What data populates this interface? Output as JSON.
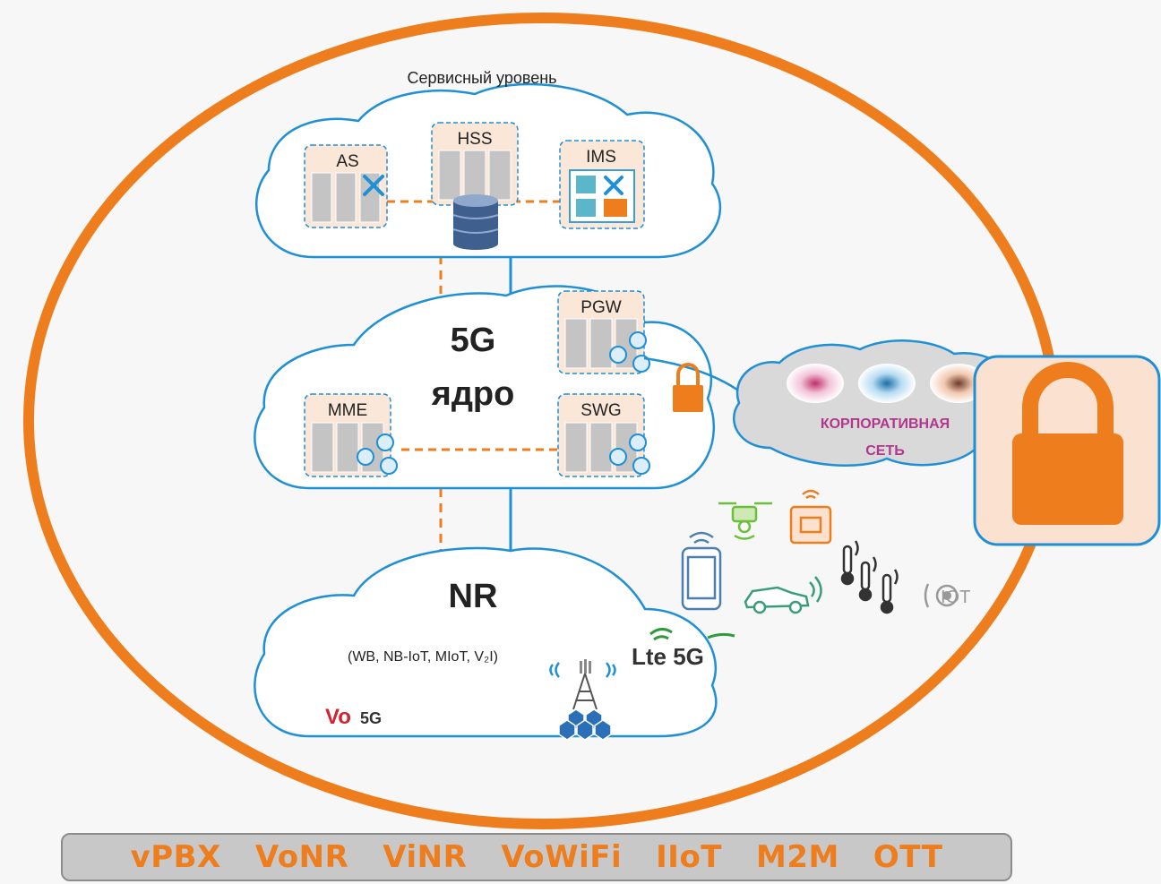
{
  "service_level": "Сервисный уровень",
  "nodes": {
    "as": "AS",
    "hss": "HSS",
    "ims": "IMS",
    "pgw": "PGW",
    "mme": "MME",
    "swg": "SWG"
  },
  "core": {
    "line1": "5G",
    "line2": "ядро"
  },
  "radio": {
    "title": "NR",
    "subtitle": "(WB, NB-IoT, MIoT, V₂I)",
    "lte": "Lte 5G",
    "vo_red": "Vo",
    "vo_dark": "5G"
  },
  "corporate": {
    "line1": "КОРПОРАТИВНАЯ",
    "line2": "СЕТЬ"
  },
  "iot_label": "IOT",
  "services": [
    "vPBX",
    "VoNR",
    "ViNR",
    "VoWiFi",
    "IIoT",
    "M2M",
    "OTT"
  ],
  "colors": {
    "orange": "#ee7d1d",
    "blue": "#1f8fd6",
    "purple": "#b0388c"
  }
}
